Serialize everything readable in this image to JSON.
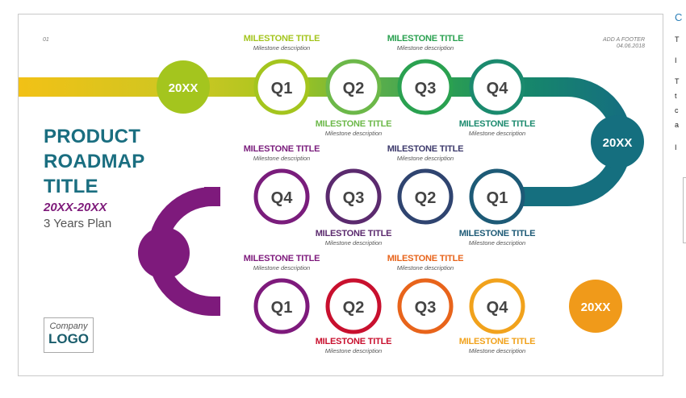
{
  "slide": {
    "page_number": "01",
    "footer_line1": "ADD A FOOTER",
    "footer_line2": "04.06.2018",
    "title_lines": [
      "PRODUCT",
      "ROADMAP",
      "TITLE"
    ],
    "years": "20XX-20XX",
    "plan": "3 Years Plan",
    "logo_company": "Company",
    "logo_word": "LOGO"
  },
  "rows": [
    {
      "year": "20XX",
      "quarters": [
        "Q1",
        "Q2",
        "Q3",
        "Q4"
      ],
      "milestones": [
        {
          "title": "MILESTONE TITLE",
          "desc": "Milestone description",
          "color": "#a4c51e"
        },
        {
          "title": "MILESTONE TITLE",
          "desc": "Milestone description",
          "color": "#6cb849"
        },
        {
          "title": "MILESTONE TITLE",
          "desc": "Milestone description",
          "color": "#2aa150"
        },
        {
          "title": "MILESTONE TITLE",
          "desc": "Milestone description",
          "color": "#1b8a6e"
        }
      ]
    },
    {
      "year": "20XX",
      "quarters": [
        "Q4",
        "Q3",
        "Q2",
        "Q1"
      ],
      "milestones": [
        {
          "title": "MILESTONE TITLE",
          "desc": "Milestone description",
          "color": "#7a1d7c"
        },
        {
          "title": "MILESTONE TITLE",
          "desc": "Milestone description",
          "color": "#5b2a6e"
        },
        {
          "title": "MILESTONE TITLE",
          "desc": "Milestone description",
          "color": "#3d3a6c"
        },
        {
          "title": "MILESTONE TITLE",
          "desc": "Milestone description",
          "color": "#1d5a76"
        }
      ]
    },
    {
      "year": "20XX",
      "quarters": [
        "Q1",
        "Q2",
        "Q3",
        "Q4"
      ],
      "milestones": [
        {
          "title": "MILESTONE TITLE",
          "desc": "Milestone description",
          "color": "#7e1a7c"
        },
        {
          "title": "MILESTONE TITLE",
          "desc": "Milestone description",
          "color": "#c8102e"
        },
        {
          "title": "MILESTONE TITLE",
          "desc": "Milestone description",
          "color": "#e8641b"
        },
        {
          "title": "MILESTONE TITLE",
          "desc": "Milestone description",
          "color": "#f1a21c"
        }
      ]
    }
  ],
  "colors": {
    "title": "#1a6e80",
    "years": "#7e1a7a",
    "teal": "#1a6e80",
    "purple": "#7e1a7c",
    "green_yellow": "#a4c51e",
    "orange": "#f09a1a"
  },
  "side_panel": {
    "glyphs": [
      "C",
      "T",
      "I",
      "T",
      "t",
      "c",
      "a",
      "I"
    ]
  }
}
